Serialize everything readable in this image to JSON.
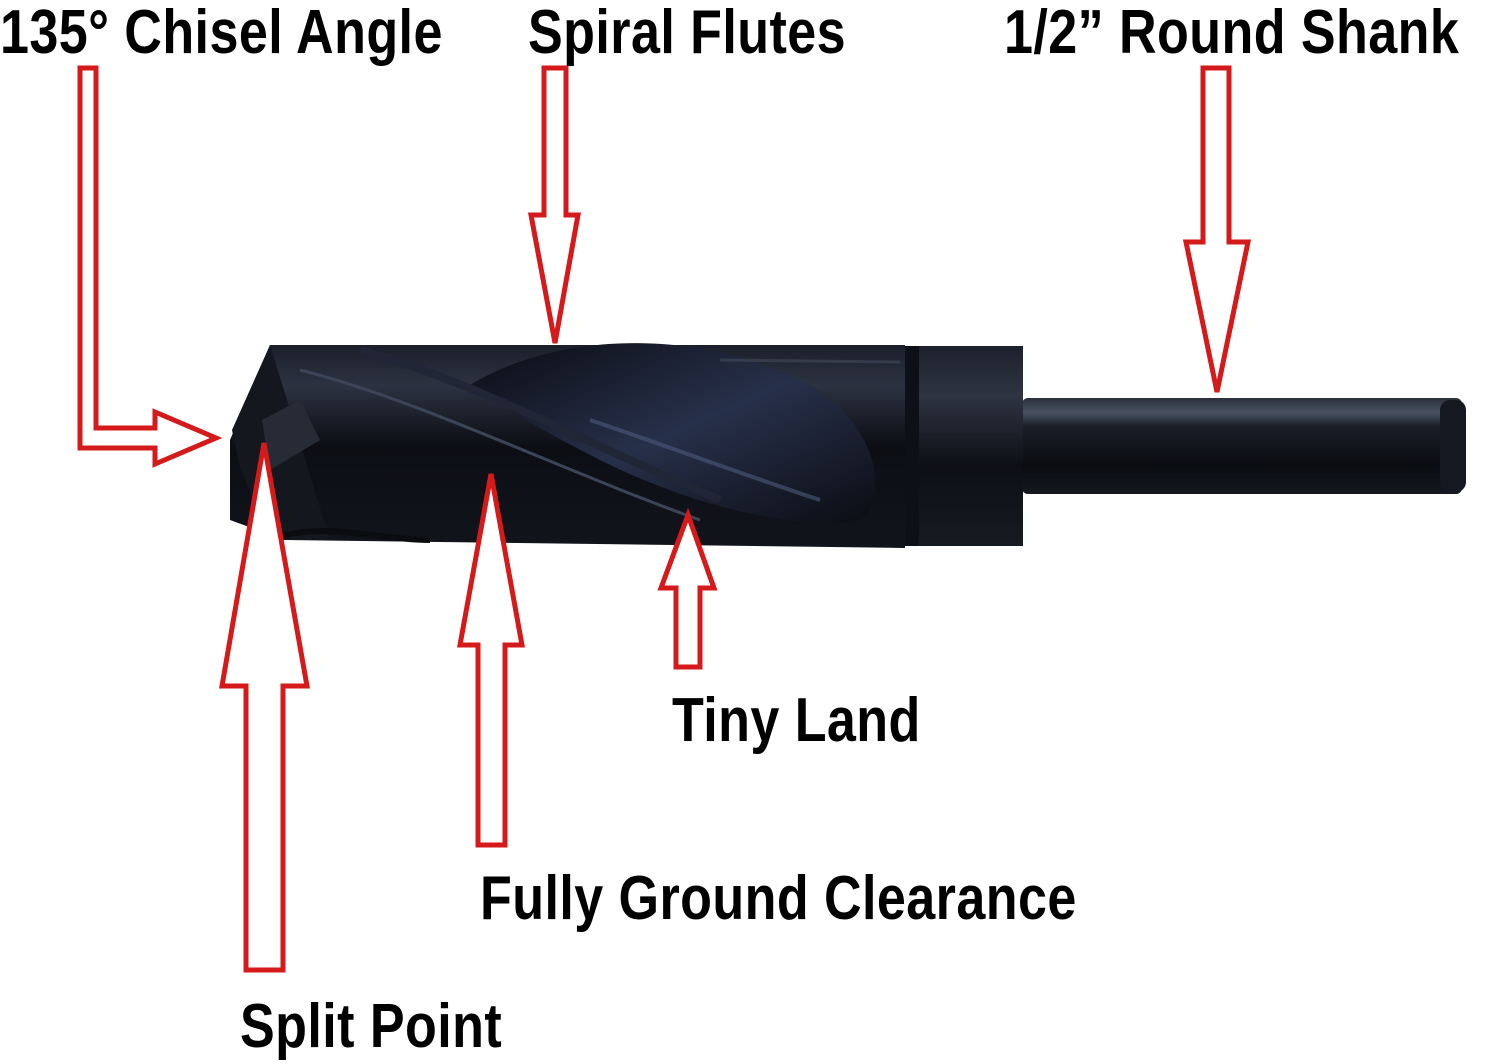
{
  "diagram": {
    "subject": "Reduced shank twist drill bit",
    "accent_color": "#d41a1a",
    "labels": {
      "chisel_angle": "135° Chisel Angle",
      "spiral_flutes": "Spiral Flutes",
      "round_shank": "1/2” Round Shank",
      "tiny_land": "Tiny Land",
      "fully_ground_clearance": "Fully Ground Clearance",
      "split_point": "Split Point"
    },
    "callouts": [
      {
        "label": "135° Chisel Angle",
        "arrow": "L-shaped, pointing right to drill tip"
      },
      {
        "label": "Spiral Flutes",
        "arrow": "down, to top of flute"
      },
      {
        "label": "1/2” Round Shank",
        "arrow": "down, to shank"
      },
      {
        "label": "Tiny Land",
        "arrow": "up, to margin"
      },
      {
        "label": "Fully Ground Clearance",
        "arrow": "up, to body clearance"
      },
      {
        "label": "Split Point",
        "arrow": "up, to tip"
      }
    ]
  }
}
